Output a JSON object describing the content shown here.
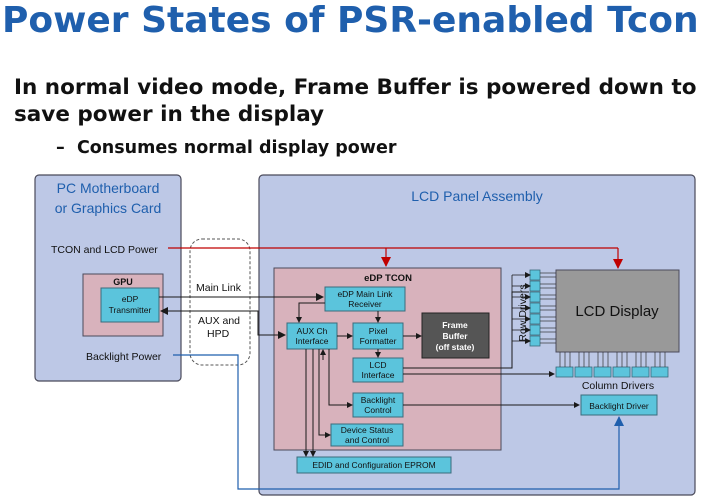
{
  "title": "Power States of PSR-enabled Tcon",
  "bullet": "In normal video mode, Frame Buffer is powered down to save power in the display",
  "sub_bullet": "Consumes normal display power",
  "sub_bullet_marker": "–",
  "colors": {
    "title": "#1f5fad",
    "panel_bg": "#bdc8e6",
    "panel_border": "#4a4a5a",
    "tcon_bg": "#d8b2bc",
    "block_bg": "#5bc4dc",
    "frame_buffer_bg": "#555555",
    "lcd_display_bg": "#999999",
    "red_line": "#c00000",
    "blue_line": "#1f5fad"
  },
  "diagram": {
    "motherboard_title": "PC Motherboard or Graphics Card",
    "motherboard_title_line1": "PC Motherboard",
    "motherboard_title_line2": "or Graphics Card",
    "lcd_panel_title": "LCD Panel Assembly",
    "tcon_lcd_power": "TCON and LCD Power",
    "backlight_power": "Backlight Power",
    "gpu_label": "GPU",
    "edp_transmitter_line1": "eDP",
    "edp_transmitter_line2": "Transmitter",
    "main_link": "Main Link",
    "aux_hpd_line1": "AUX and",
    "aux_hpd_line2": "HPD",
    "edp_tcon": "eDP TCON",
    "edp_main_link_receiver_line1": "eDP Main Link",
    "edp_main_link_receiver_line2": "Receiver",
    "aux_ch_interface_line1": "AUX Ch",
    "aux_ch_interface_line2": "Interface",
    "pixel_formatter_line1": "Pixel",
    "pixel_formatter_line2": "Formatter",
    "frame_buffer_line1": "Frame",
    "frame_buffer_line2": "Buffer",
    "frame_buffer_line3": "(off state)",
    "lcd_interface_line1": "LCD",
    "lcd_interface_line2": "Interface",
    "backlight_control_line1": "Backlight",
    "backlight_control_line2": "Control",
    "device_status_line1": "Device Status",
    "device_status_line2": "and Control",
    "edid_eprom": "EDID and Configuration EPROM",
    "lcd_display": "LCD Display",
    "row_drivers": "Row Drivers",
    "column_drivers": "Column Drivers",
    "backlight_driver": "Backlight Driver"
  }
}
